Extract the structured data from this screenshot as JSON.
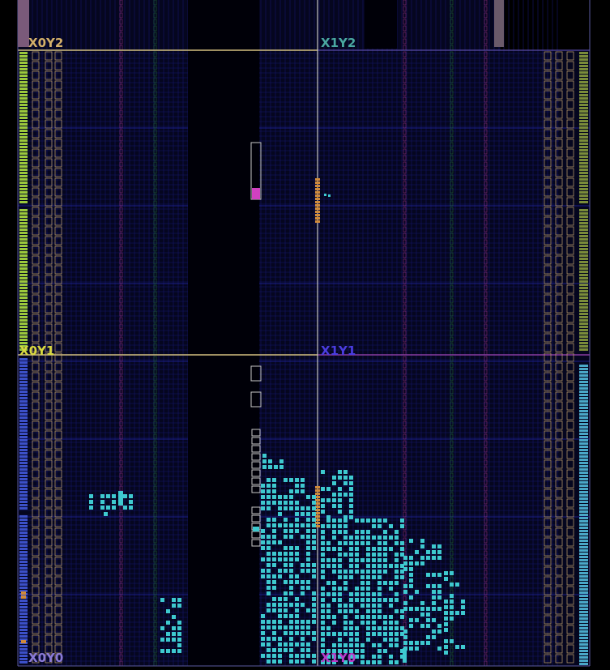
{
  "view": {
    "background": "#000000",
    "grid_color": "#1b1f8a",
    "grid_dim_color": "#14176a",
    "cell_fill": "#05061f",
    "logic_color": "#3ec9cf",
    "ram_color": "#c83ca0",
    "io_green": "#9bc83c",
    "io_blue": "#3c50c8",
    "io_teal": "#4aa8c8",
    "io_olive": "#7a8c3a",
    "io_orange": "#d08a3a"
  },
  "clock_regions": [
    {
      "id": "x0y2",
      "label": "X0Y2",
      "color": "#d4b06a"
    },
    {
      "id": "x1y2",
      "label": "X1Y2",
      "color": "#4aa8a0"
    },
    {
      "id": "x0y1",
      "label": "X0Y1",
      "color": "#d8d840"
    },
    {
      "id": "x1y1",
      "label": "X1Y1",
      "color": "#4a3ce0"
    },
    {
      "id": "x0y0",
      "label": "X0Y0",
      "color": "#8a7ad8"
    },
    {
      "id": "x1y0",
      "label": "X1Y0",
      "color": "#b83cc8"
    }
  ]
}
